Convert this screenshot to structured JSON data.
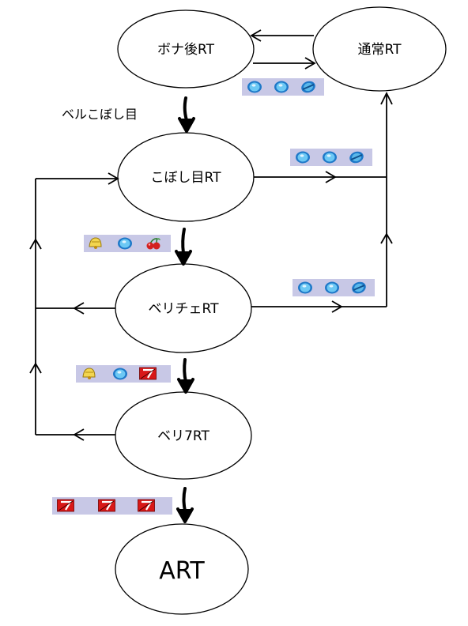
{
  "nodes": {
    "bonus_after_rt": "ボナ後RT",
    "normal_rt": "通常RT",
    "koboshi_rt": "こぼし目RT",
    "bellcherry_rt": "ベリチェRT",
    "beri7_rt": "ベリ7RT",
    "art": "ART"
  },
  "labels": {
    "bell_koboshi": "ベルこぼし目"
  },
  "reel_strips": {
    "to_normal_from_bonus": [
      "replay-icon",
      "replay-icon",
      "replay-icon"
    ],
    "to_normal_from_koboshi": [
      "replay-icon",
      "replay-icon",
      "replay-icon"
    ],
    "to_normal_from_bellcherry": [
      "replay-icon",
      "replay-icon",
      "replay-icon"
    ],
    "to_bellcherry": [
      "bell-icon",
      "replay-icon",
      "cherry-icon"
    ],
    "to_beri7": [
      "bell-icon",
      "replay-icon",
      "seven-icon"
    ],
    "to_art": [
      "seven-icon",
      "seven-icon",
      "seven-icon"
    ]
  },
  "colors": {
    "replay": "#3aa0e0",
    "bell": "#f0d050",
    "cherry": "#d02020",
    "seven": "#d81818",
    "strip_bg": "#c8c8e6"
  }
}
